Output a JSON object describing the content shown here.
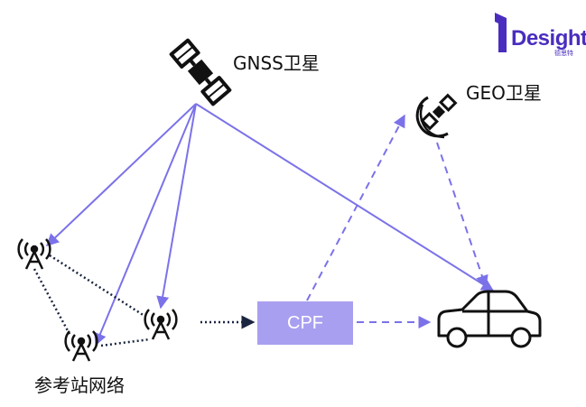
{
  "labels": {
    "gnss": "GNSS卫星",
    "geo": "GEO卫星",
    "reference_network": "参考站网络",
    "cpf": "CPF"
  },
  "brand": {
    "name": "Desight",
    "sub": "德思特"
  },
  "colors": {
    "arrow": "#7b72e9",
    "cpf_fill": "#a99ff0",
    "dotted": "#1b2540",
    "icon": "#111111",
    "brand": "#4a2dbf"
  },
  "icons": [
    "gnss-satellite-icon",
    "geo-satellite-icon",
    "antenna-tower-icon",
    "car-icon",
    "brand-logo"
  ]
}
